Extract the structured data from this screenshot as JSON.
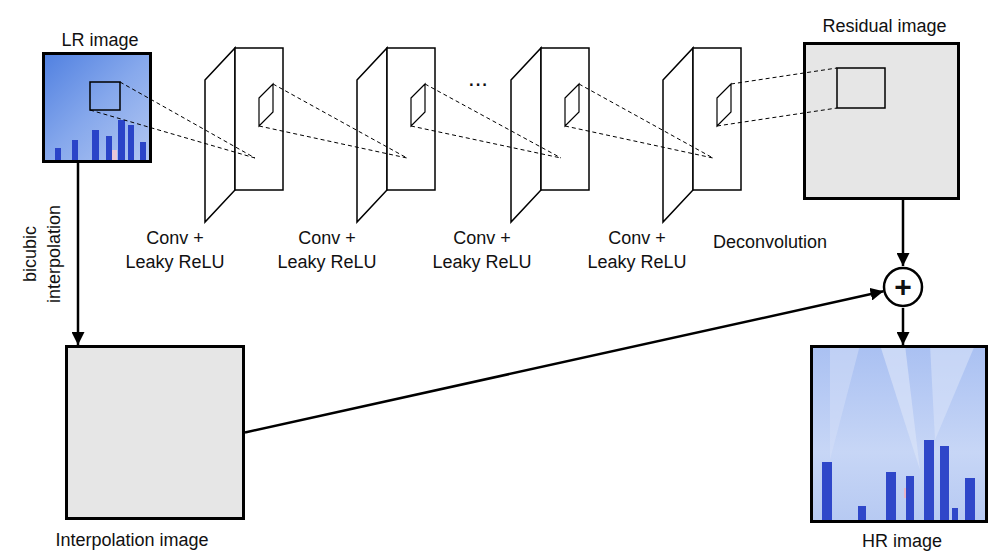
{
  "diagram": {
    "nodes": [
      {
        "text": [
          "LR image"
        ]
      },
      {
        "text": [
          "Conv + Leaky ReLU"
        ]
      },
      {
        "text": [
          "Conv + Leaky ReLU"
        ]
      },
      {
        "text": [
          "Conv + Leaky ReLU"
        ]
      },
      {
        "text": [
          "Conv + Leaky ReLU"
        ]
      },
      {
        "text": [
          "Residual image"
        ]
      },
      {
        "text": [
          "+"
        ]
      },
      {
        "text": [
          "Interpolation image"
        ]
      },
      {
        "text": [
          "HR image"
        ]
      }
    ],
    "edges": [
      {
        "from": 0,
        "to": 7,
        "arrow": "to",
        "label": "bicubic interpolation"
      },
      {
        "from": 5,
        "to": 6,
        "arrow": "to"
      },
      {
        "from": 7,
        "to": 6,
        "arrow": "to"
      },
      {
        "from": 6,
        "to": 8,
        "arrow": "to"
      }
    ],
    "labels": [
      "...",
      "Deconvolution"
    ]
  }
}
